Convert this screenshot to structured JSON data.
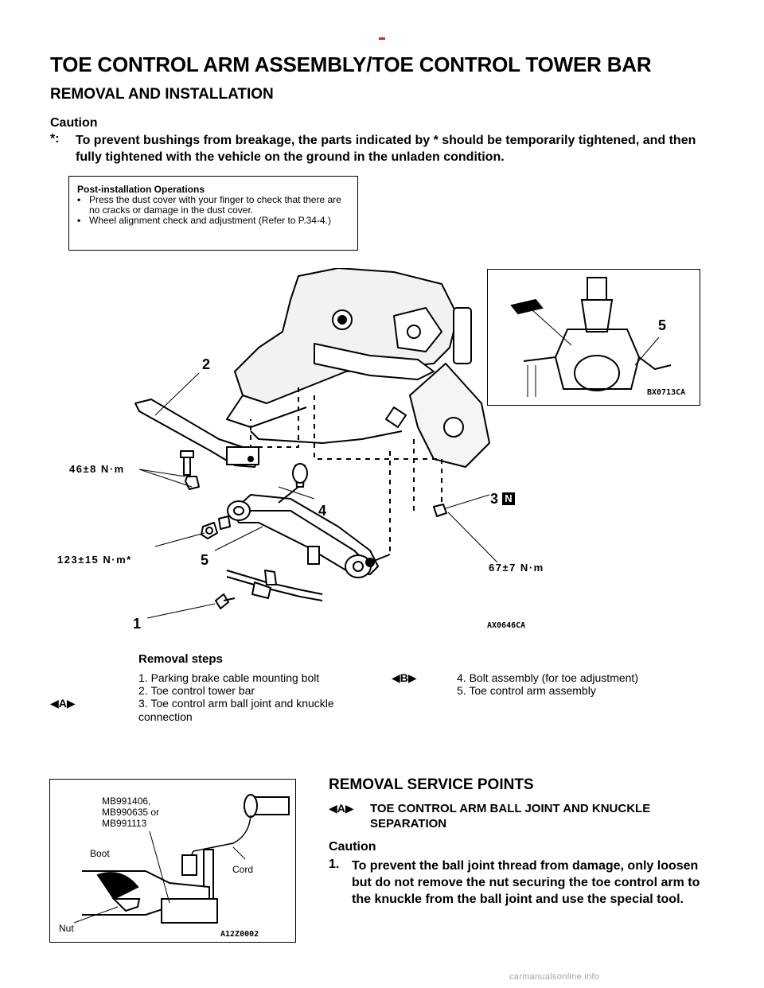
{
  "header": {
    "title": "TOE CONTROL ARM ASSEMBLY/TOE CONTROL TOWER BAR",
    "subtitle": "REMOVAL AND INSTALLATION"
  },
  "caution": {
    "label": "Caution",
    "marker": "*:",
    "text": "To prevent bushings from breakage, the parts indicated by * should be temporarily tightened, and then fully tightened with the vehicle on the ground in the unladen condition."
  },
  "post_install": {
    "title": "Post-installation Operations",
    "items": [
      {
        "bullet": "•",
        "text": "Press the dust cover with your finger to check that there are no cracks or damage in the dust cover."
      },
      {
        "bullet": "•",
        "text": "Wheel alignment check and adjustment (Refer to P.34-4.)"
      }
    ]
  },
  "diagram": {
    "torque_1": "46±8 N·m",
    "torque_2": "123±15 N·m*",
    "torque_3": "67±7 N·m",
    "callout_1": "1",
    "callout_2": "2",
    "callout_3": "3",
    "callout_3_badge": "N",
    "callout_4": "4",
    "callout_5": "5",
    "inset_callout": "5",
    "main_code": "AX0646CA",
    "inset_code": "BX0713CA"
  },
  "removal_steps": {
    "title": "Removal steps",
    "mark_a": "◀A▶",
    "mark_b": "◀B▶",
    "steps": [
      "1. Parking brake cable mounting bolt",
      "2. Toe control tower bar",
      "3. Toe control arm ball joint and knuckle connection",
      "4. Bolt assembly (for toe adjustment)",
      "5. Toe control arm assembly"
    ]
  },
  "tool_figure": {
    "tool_numbers": "MB991406,\nMB990635 or\nMB991113",
    "boot": "Boot",
    "cord": "Cord",
    "nut": "Nut",
    "code": "A12Z0002"
  },
  "service": {
    "title": "REMOVAL SERVICE POINTS",
    "marker": "◀A▶",
    "subtitle": "TOE CONTROL ARM BALL JOINT AND KNUCKLE SEPARATION",
    "caution_label": "Caution",
    "item_number": "1.",
    "item_text": "To prevent the ball joint thread from damage, only loosen but do not remove the nut securing the toe control arm to the knuckle from the ball joint and use the special tool."
  },
  "footer": {
    "watermark": "carmanualsonline.info"
  }
}
